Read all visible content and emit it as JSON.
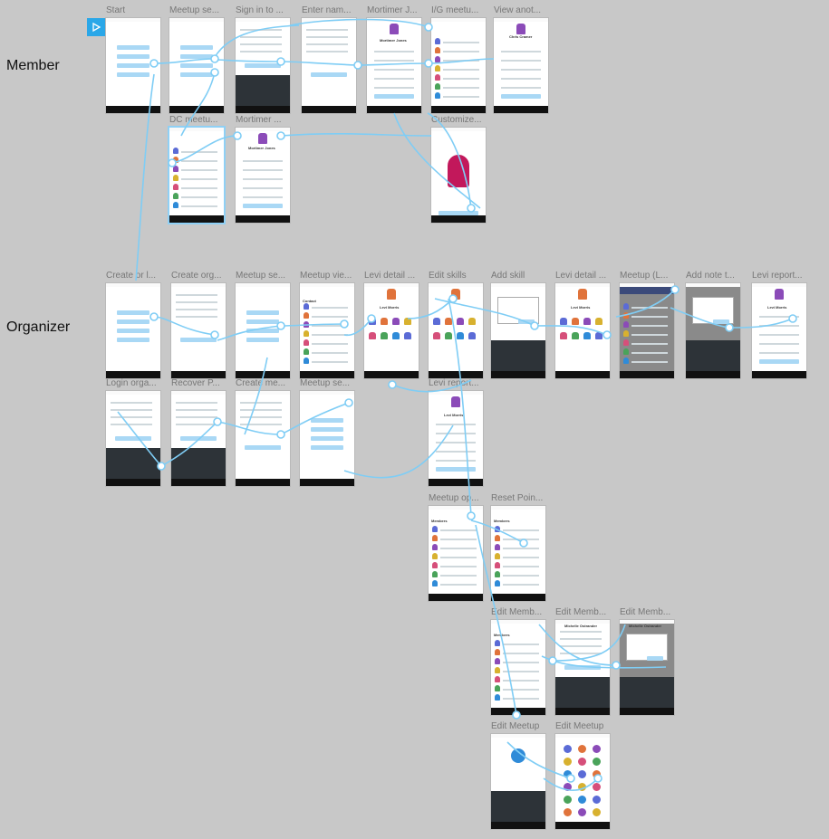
{
  "sections": {
    "member": "Member",
    "organizer": "Organizer"
  },
  "colors": {
    "link": "#7fcdf5",
    "accent": "#2aa7e8",
    "canvas": "#c8c8c8"
  },
  "screens": [
    {
      "id": "start",
      "title": "Start",
      "variant": "member-start"
    },
    {
      "id": "meetup-se-1",
      "title": "Meetup se...",
      "variant": "list-buttons"
    },
    {
      "id": "sign-in",
      "title": "Sign in to ...",
      "variant": "form-kbd"
    },
    {
      "id": "enter-nam",
      "title": "Enter nam...",
      "variant": "form"
    },
    {
      "id": "mortimer-j",
      "title": "Mortimer J...",
      "variant": "profile"
    },
    {
      "id": "ig-meetu",
      "title": "I/G meetu...",
      "variant": "member-list"
    },
    {
      "id": "view-anot",
      "title": "View anot...",
      "variant": "profile-list"
    },
    {
      "id": "dc-meetu",
      "title": "DC meetu...",
      "variant": "member-list"
    },
    {
      "id": "mortimer-2",
      "title": "Mortimer ...",
      "variant": "profile-list"
    },
    {
      "id": "customize",
      "title": "Customize...",
      "variant": "monster"
    },
    {
      "id": "create-or",
      "title": "Create or l...",
      "variant": "list-buttons"
    },
    {
      "id": "create-org",
      "title": "Create org...",
      "variant": "form"
    },
    {
      "id": "meetup-se-2",
      "title": "Meetup se...",
      "variant": "list-buttons"
    },
    {
      "id": "meetup-vie",
      "title": "Meetup vie...",
      "variant": "member-list"
    },
    {
      "id": "levi-detail-1",
      "title": "Levi detail ...",
      "variant": "skills"
    },
    {
      "id": "edit-skills",
      "title": "Edit skills",
      "variant": "skills"
    },
    {
      "id": "add-skill",
      "title": "Add skill",
      "variant": "dialog-kbd"
    },
    {
      "id": "levi-detail-2",
      "title": "Levi detail ...",
      "variant": "skills"
    },
    {
      "id": "meetup-l",
      "title": "Meetup (L...",
      "variant": "member-list-dark"
    },
    {
      "id": "add-note",
      "title": "Add note t...",
      "variant": "dialog-kbd-dark"
    },
    {
      "id": "levi-report-1",
      "title": "Levi report...",
      "variant": "profile-list"
    },
    {
      "id": "login-orga",
      "title": "Login orga...",
      "variant": "form-kbd"
    },
    {
      "id": "recover-p",
      "title": "Recover P...",
      "variant": "form-kbd"
    },
    {
      "id": "create-me",
      "title": "Create me...",
      "variant": "form"
    },
    {
      "id": "meetup-se-3",
      "title": "Meetup se...",
      "variant": "list-buttons"
    },
    {
      "id": "levi-report-2",
      "title": "Levi report...",
      "variant": "profile-list"
    },
    {
      "id": "meetup-op",
      "title": "Meetup op...",
      "variant": "member-list"
    },
    {
      "id": "reset-poin",
      "title": "Reset Poin...",
      "variant": "member-list"
    },
    {
      "id": "edit-memb-1",
      "title": "Edit Memb...",
      "variant": "member-list"
    },
    {
      "id": "edit-memb-2",
      "title": "Edit Memb...",
      "variant": "form-kbd"
    },
    {
      "id": "edit-memb-3",
      "title": "Edit Memb...",
      "variant": "dialog-kbd-dark"
    },
    {
      "id": "edit-meetup-1",
      "title": "Edit Meetup",
      "variant": "globe-kbd"
    },
    {
      "id": "edit-meetup-2",
      "title": "Edit Meetup",
      "variant": "icon-grid"
    }
  ],
  "screen_text": {
    "mortimer_name": "Mortimer Jones",
    "levi_name": "Levi Morris",
    "chris_name": "Chris Cramer",
    "michelle_name": "Michelle Ostrander",
    "members_heading": "Members",
    "contact_heading": "Contact"
  }
}
